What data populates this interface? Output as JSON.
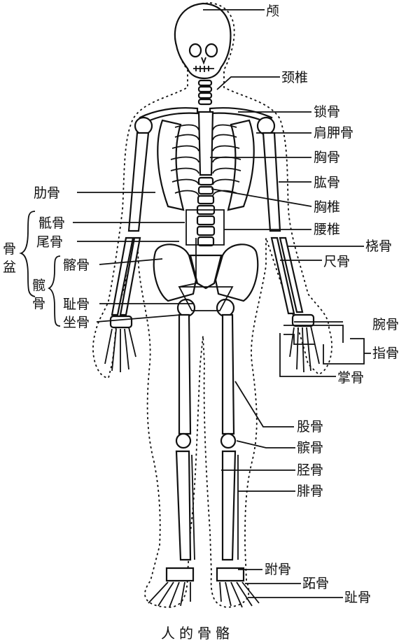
{
  "labels": {
    "skull": "颅",
    "cervical_vertebrae": "颈椎",
    "clavicle": "锁骨",
    "scapula": "肩胛骨",
    "sternum": "胸骨",
    "humerus": "肱骨",
    "thoracic_vertebrae": "胸椎",
    "rib": "肋骨",
    "sacrum": "骶骨",
    "coccyx": "尾骨",
    "lumbar_vertebrae": "腰椎",
    "radius": "桡骨",
    "ulna": "尺骨",
    "pelvis_char1": "骨",
    "pelvis_char2": "盆",
    "ilium": "髂骨",
    "hip_char1": "髋",
    "hip_char2": "骨",
    "pubis": "耻骨",
    "ischium": "坐骨",
    "carpals": "腕骨",
    "phalanges_hand": "指骨",
    "metacarpals": "掌骨",
    "femur": "股骨",
    "patella": "髌骨",
    "tibia": "胫骨",
    "fibula": "腓骨",
    "tarsals": "跗骨",
    "metatarsals": "跖骨",
    "phalanges_foot": "趾骨"
  },
  "caption": "人的骨骼"
}
